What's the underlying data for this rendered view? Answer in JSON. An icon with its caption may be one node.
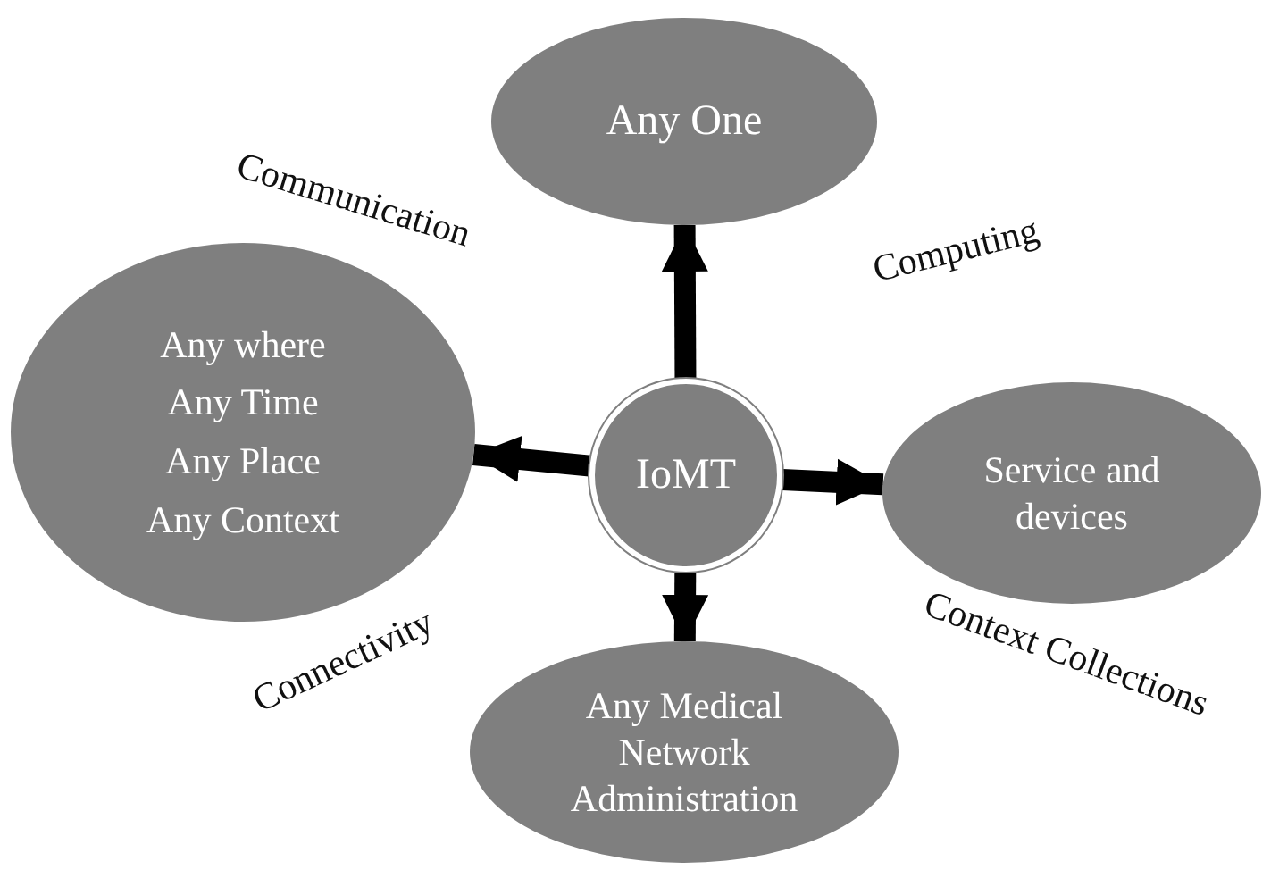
{
  "diagram": {
    "nodes": [
      {
        "text": [
          "Any One"
        ]
      },
      {
        "text": [
          "Any where",
          "Any Time",
          "Any Place",
          "Any Context"
        ]
      },
      {
        "text": [
          "IoMT"
        ]
      },
      {
        "text": [
          "Service and devices"
        ]
      },
      {
        "text": [
          "Any Medical Network Administration"
        ]
      }
    ],
    "edges": [
      {
        "from": 2,
        "to": 0,
        "arrow": "to"
      },
      {
        "from": 2,
        "to": 1,
        "arrow": "to"
      },
      {
        "from": 2,
        "to": 3,
        "arrow": "to"
      },
      {
        "from": 2,
        "to": 4,
        "arrow": "to"
      }
    ],
    "labels": [
      "Communication",
      "Computing",
      "Connectivity",
      "Context Collections"
    ]
  }
}
